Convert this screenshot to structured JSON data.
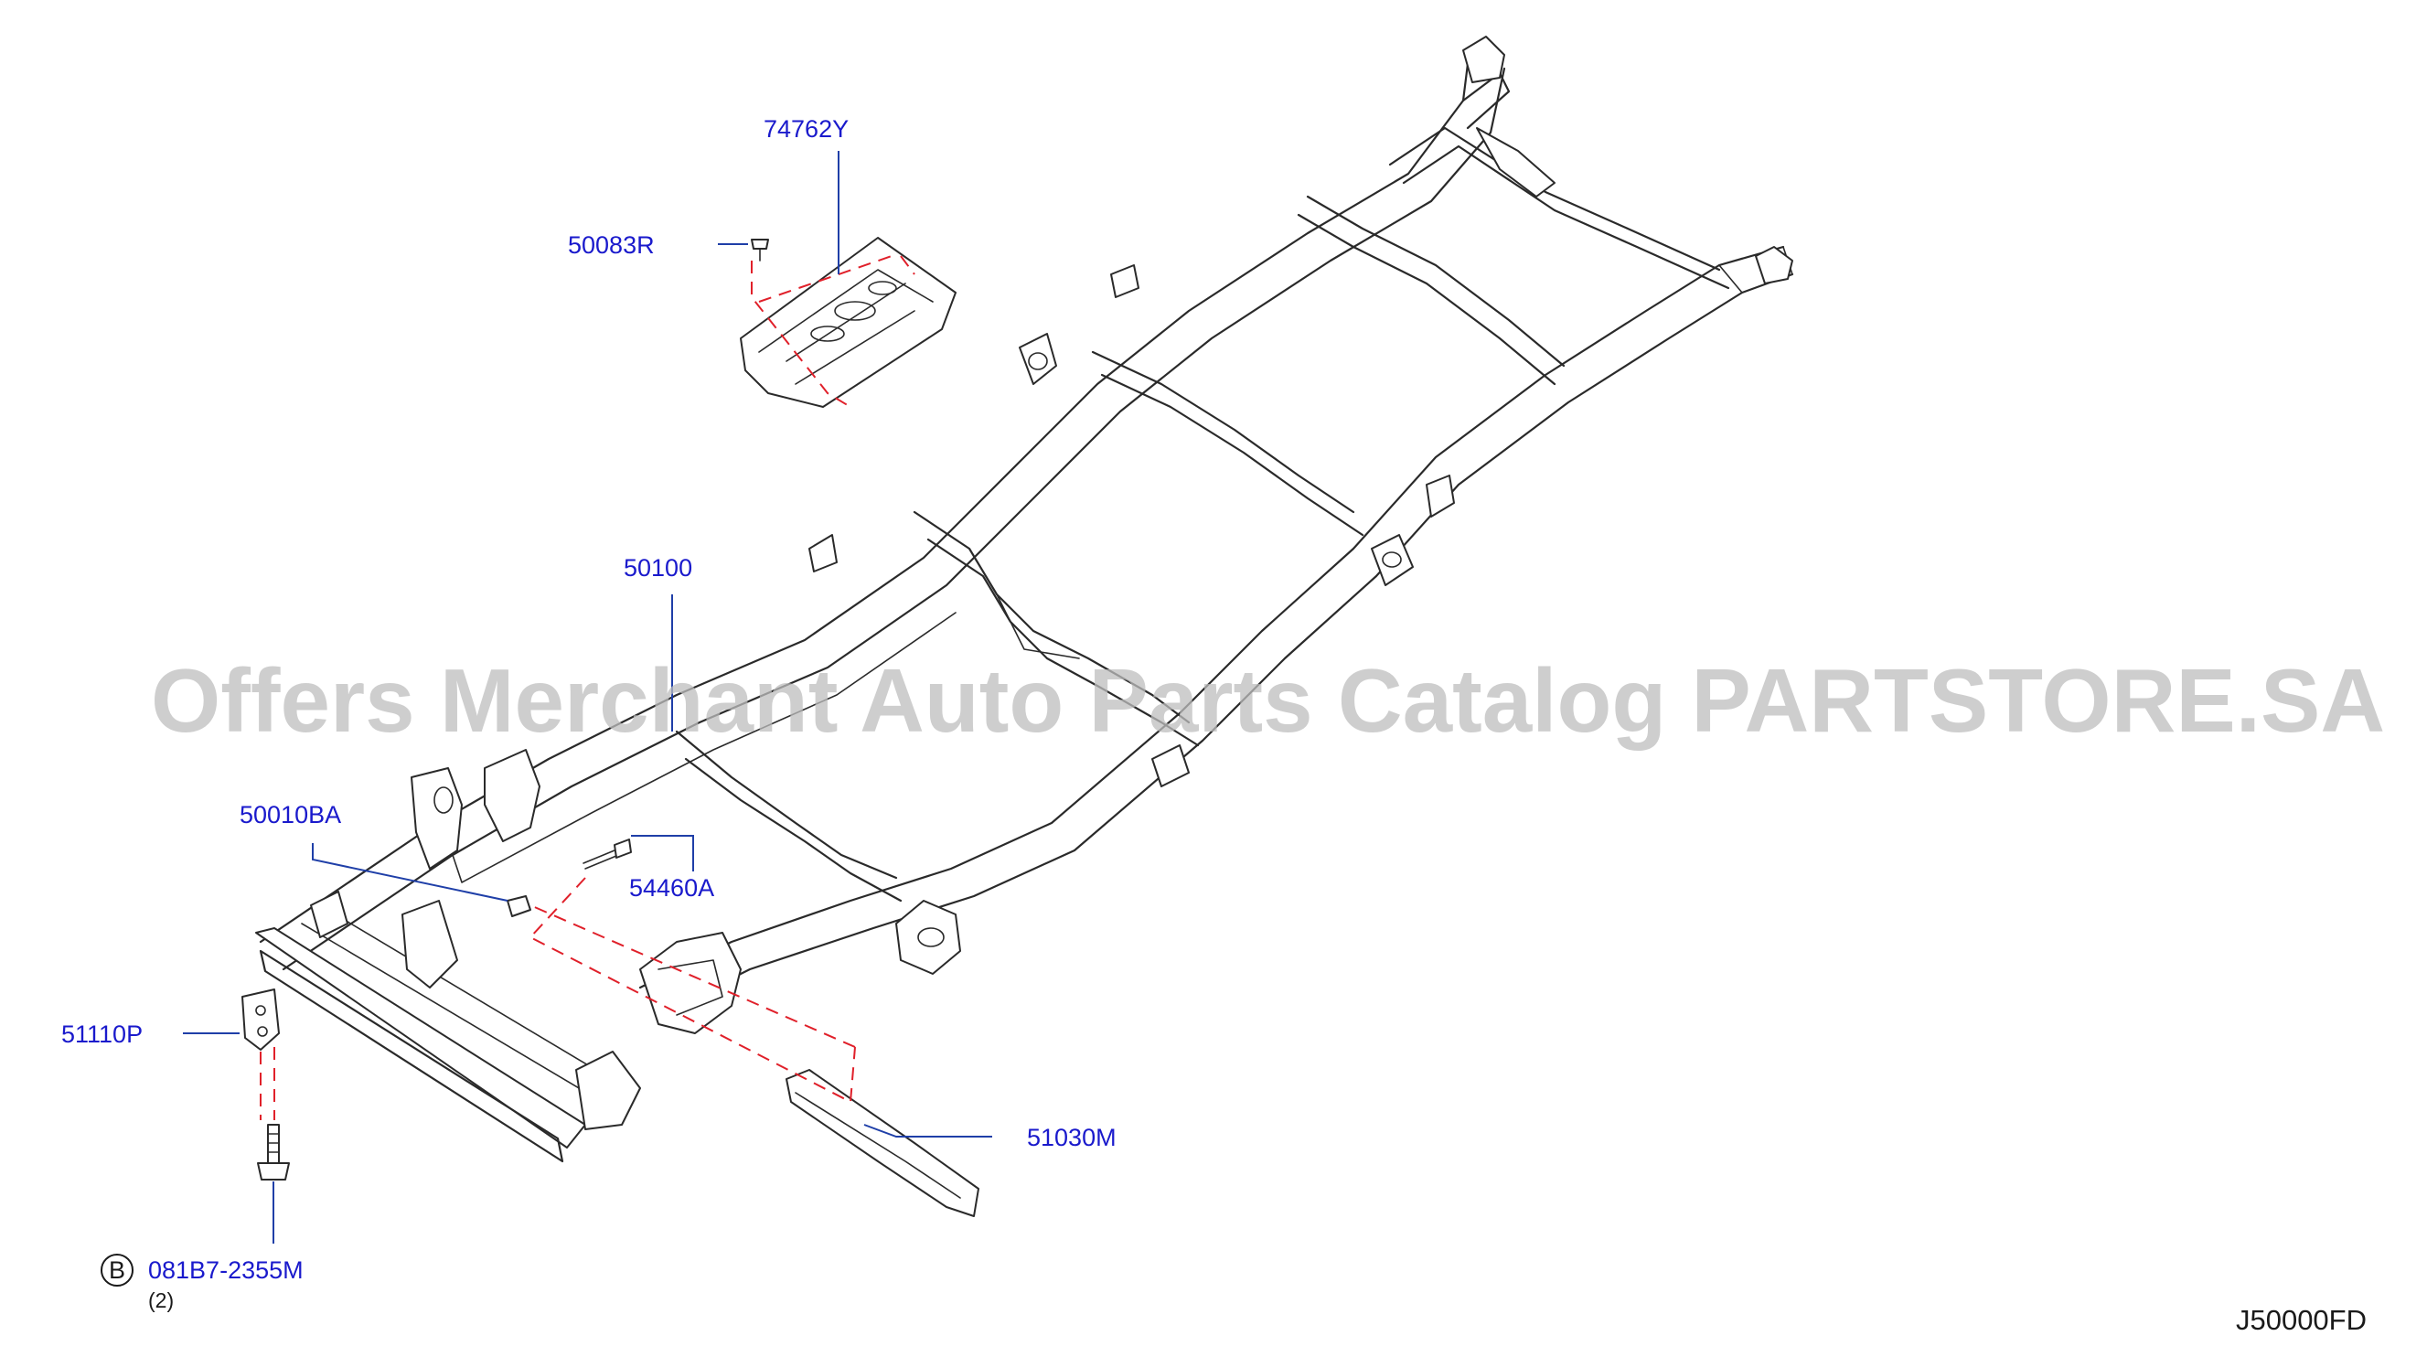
{
  "parts": {
    "p74762Y": "74762Y",
    "p50083R": "50083R",
    "p50100": "50100",
    "p50010BA": "50010BA",
    "p54460A": "54460A",
    "p51110P": "51110P",
    "p51030M": "51030M",
    "p081B7": "081B7-2355M",
    "qty": "(2)",
    "circle_letter": "B"
  },
  "diagram_code": "J50000FD",
  "watermark": "Offers Merchant Auto Parts Catalog PARTSTORE.SA",
  "colors": {
    "label": "#1a1acc",
    "leader": "#1f3fa8",
    "dashed_guide": "#e0202a",
    "line_art": "#2a2a2a",
    "watermark": "#bdbdbd"
  }
}
